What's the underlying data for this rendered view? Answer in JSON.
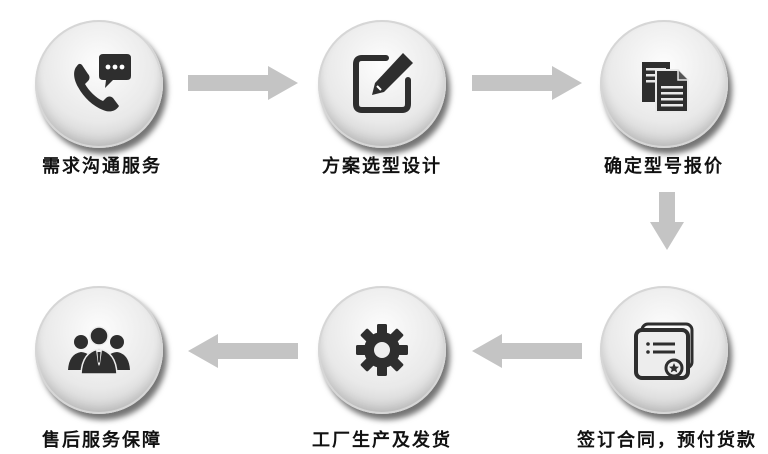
{
  "steps": [
    {
      "label": "需求沟通服务",
      "icon": "phone-chat-icon"
    },
    {
      "label": "方案选型设计",
      "icon": "edit-pencil-icon"
    },
    {
      "label": "确定型号报价",
      "icon": "documents-icon"
    },
    {
      "label": "签订合同，预付货款",
      "icon": "contract-badge-icon"
    },
    {
      "label": "工厂生产及发货",
      "icon": "gear-icon"
    },
    {
      "label": "售后服务保障",
      "icon": "team-icon"
    }
  ],
  "colors": {
    "icon": "#2e2e2e",
    "arrow": "#c4c4c4",
    "text": "#111111"
  }
}
